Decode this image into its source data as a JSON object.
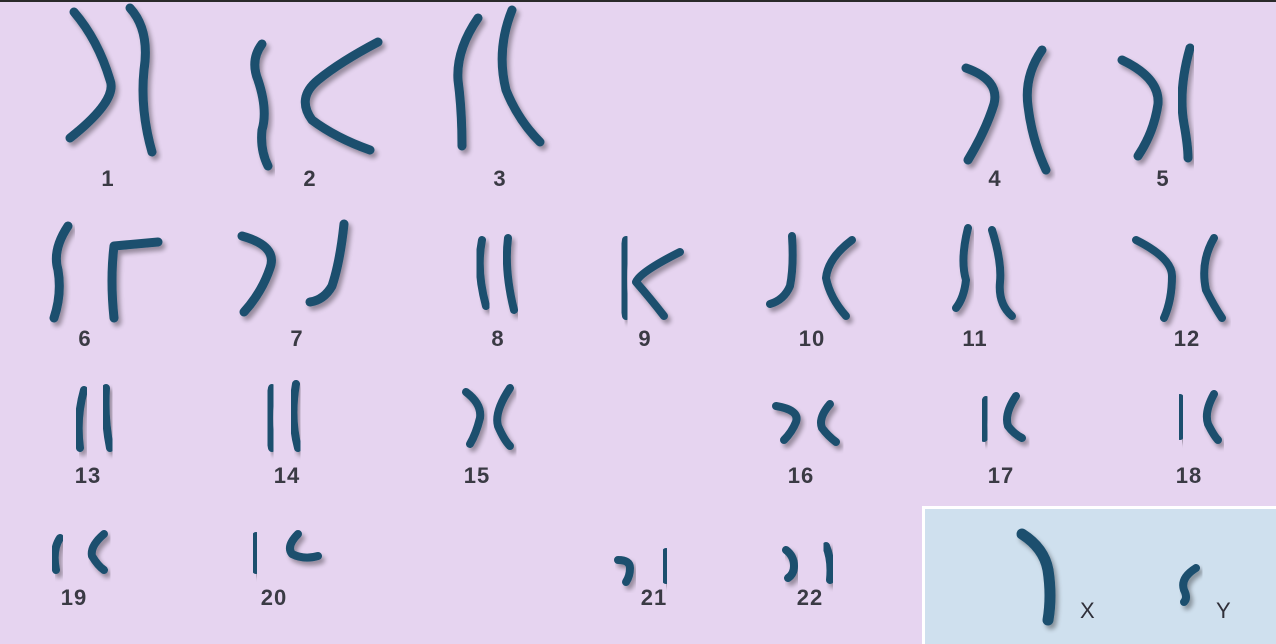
{
  "pairs": [
    {
      "label": "1"
    },
    {
      "label": "2"
    },
    {
      "label": "3"
    },
    {
      "label": "4"
    },
    {
      "label": "5"
    },
    {
      "label": "6"
    },
    {
      "label": "7"
    },
    {
      "label": "8"
    },
    {
      "label": "9"
    },
    {
      "label": "10"
    },
    {
      "label": "11"
    },
    {
      "label": "12"
    },
    {
      "label": "13"
    },
    {
      "label": "14"
    },
    {
      "label": "15"
    },
    {
      "label": "16"
    },
    {
      "label": "17"
    },
    {
      "label": "18"
    },
    {
      "label": "19"
    },
    {
      "label": "20"
    },
    {
      "label": "21"
    },
    {
      "label": "22"
    }
  ],
  "sex_chromosomes": {
    "x_label": "X",
    "y_label": "Y"
  },
  "colors": {
    "background": "#e6d4f0",
    "panel": "#cfe0ee",
    "chromosome": "#1d4f6e",
    "label": "#3a3a44"
  }
}
